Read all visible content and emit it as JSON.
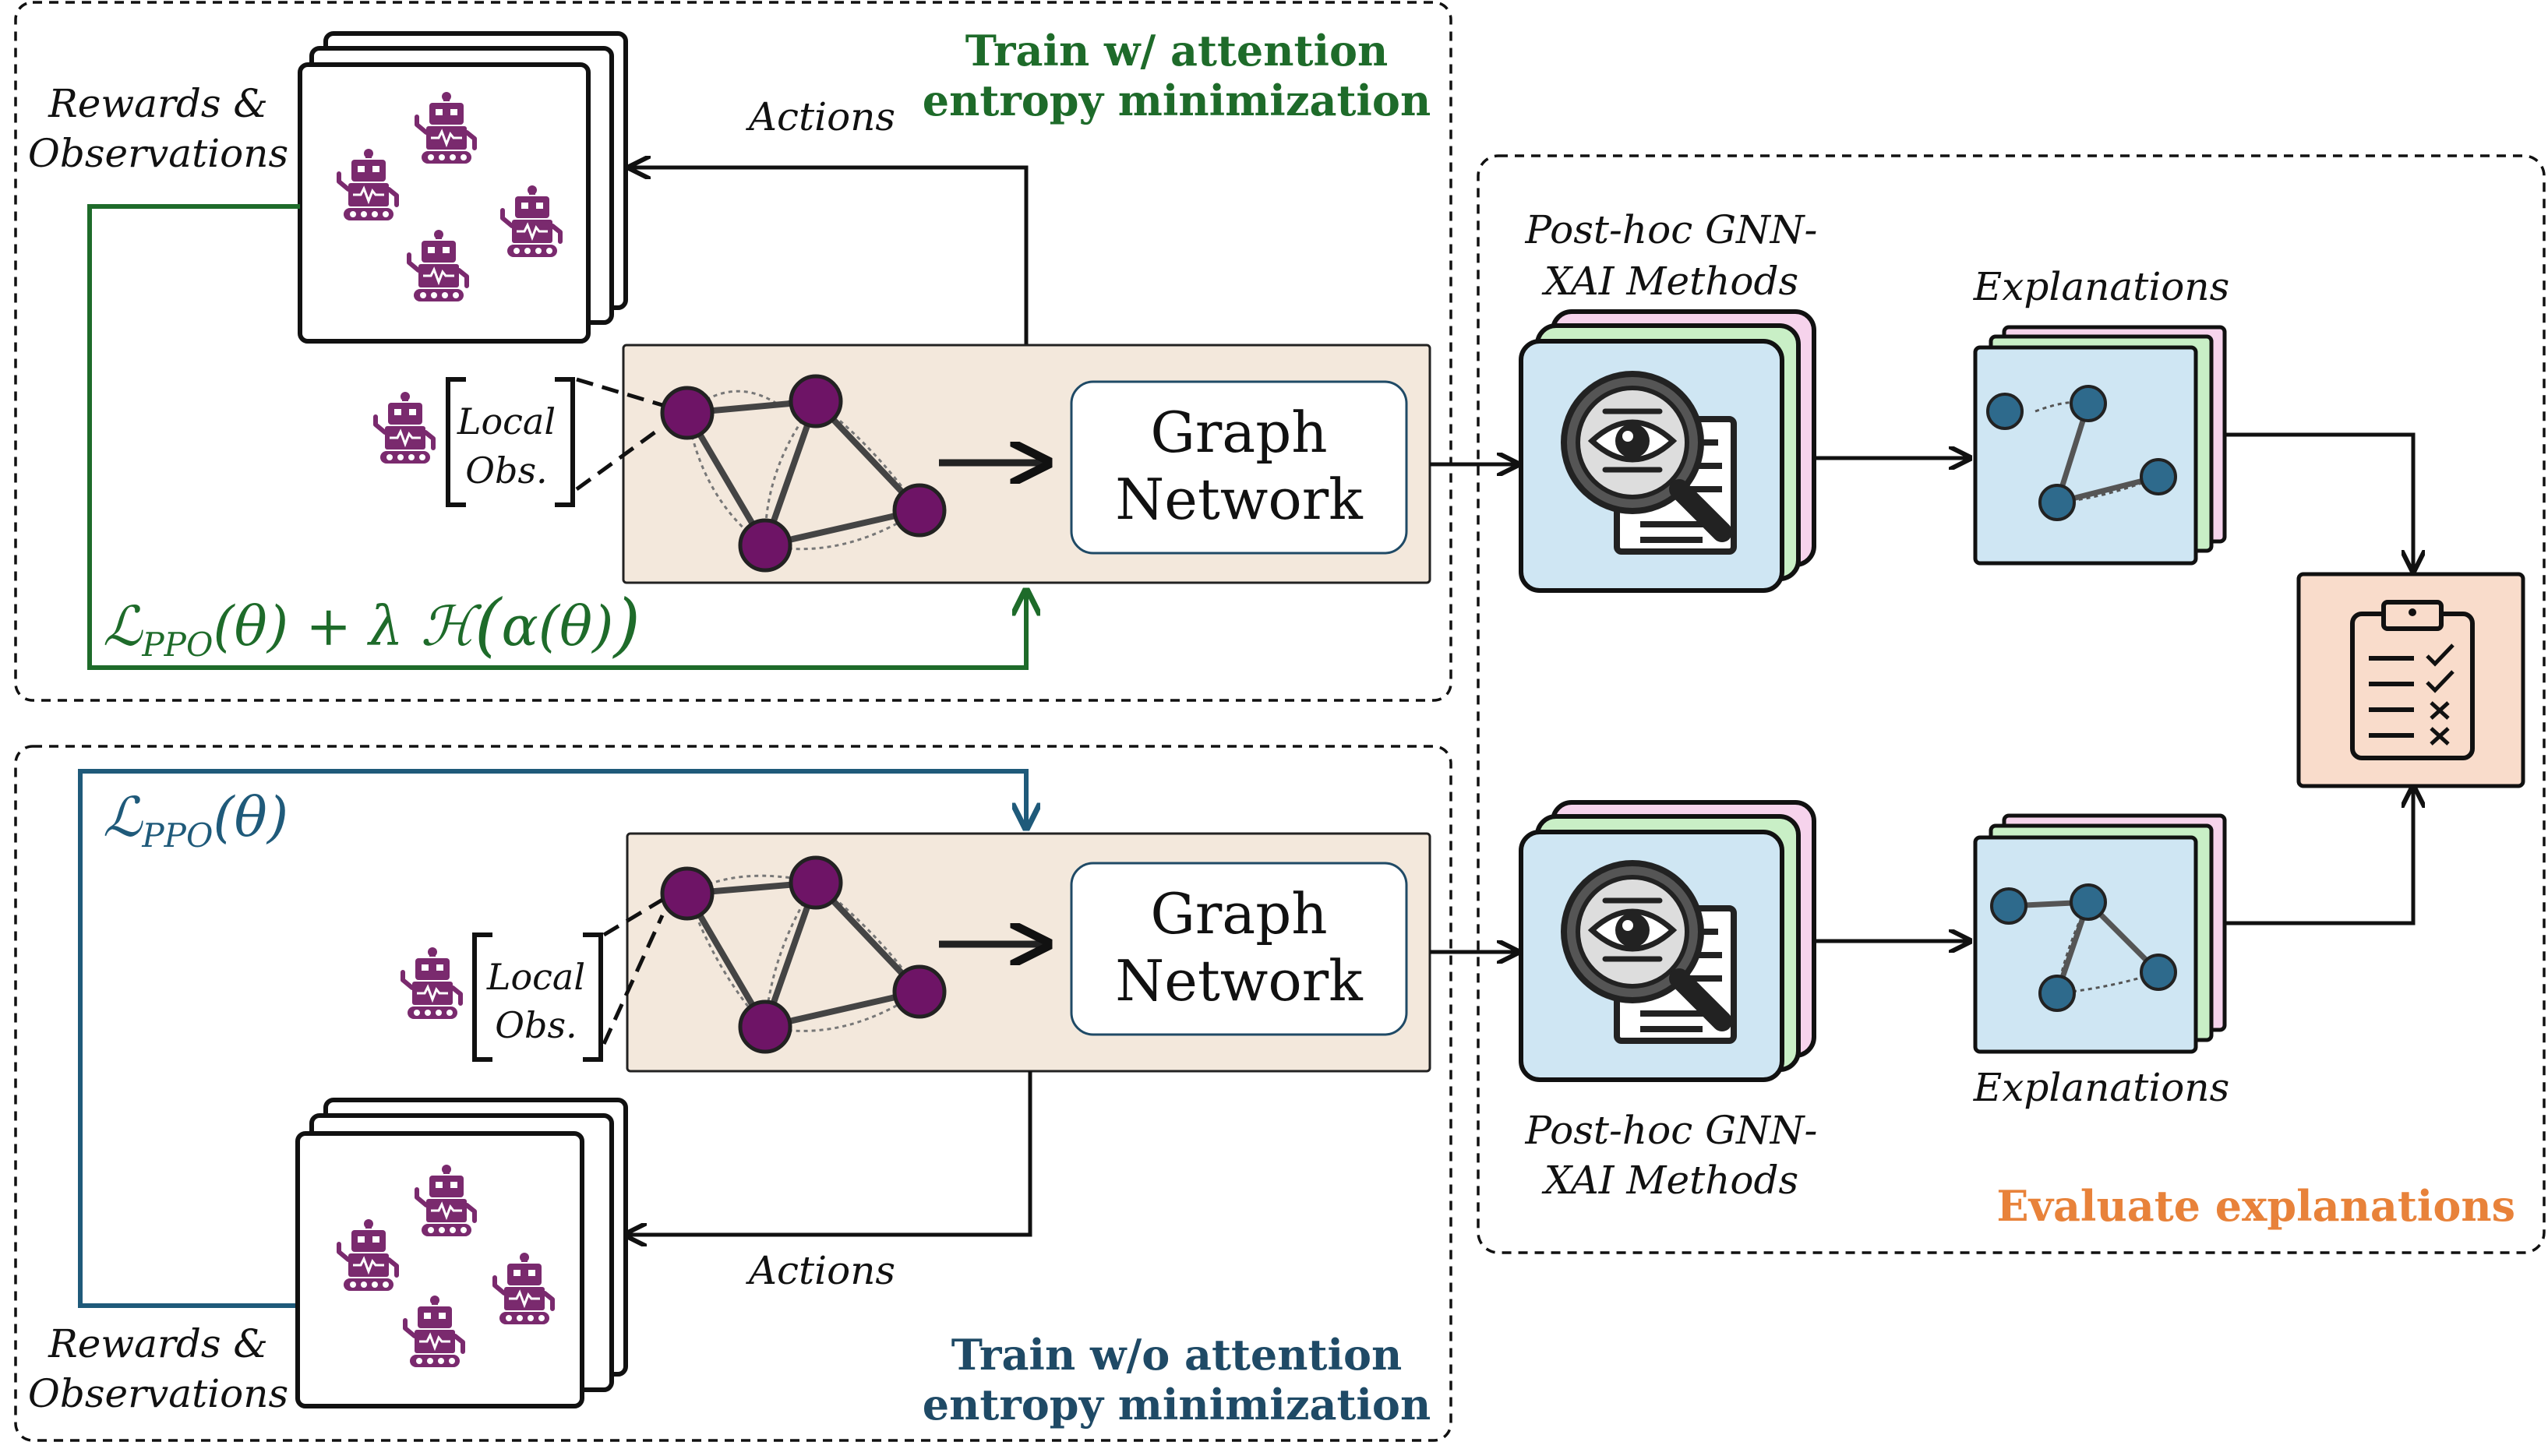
{
  "top_panel": {
    "title_line1": "Train w/ attention",
    "title_line2": "entropy minimization",
    "rewards_line1": "Rewards &",
    "rewards_line2": "Observations",
    "actions": "Actions",
    "local_line1": "Local",
    "local_line2": "Obs.",
    "graph_line1": "Graph",
    "graph_line2": "Network",
    "loss_ppo": "PPO",
    "loss_theta": "(θ) + λ ",
    "loss_alpha": "α(θ)"
  },
  "bottom_panel": {
    "title_line1": "Train w/o attention",
    "title_line2": "entropy minimization",
    "rewards_line1": "Rewards &",
    "rewards_line2": "Observations",
    "actions": "Actions",
    "local_line1": "Local",
    "local_line2": "Obs.",
    "graph_line1": "Graph",
    "graph_line2": "Network",
    "loss_ppo": "PPO",
    "loss_theta": "(θ)"
  },
  "eval_panel": {
    "title": "Evaluate explanations",
    "xai_top_line1": "Post-hoc GNN-",
    "xai_top_line2": "XAI Methods",
    "xai_bottom_line1": "Post-hoc GNN-",
    "xai_bottom_line2": "XAI Methods",
    "explanations_top": "Explanations",
    "explanations_bottom": "Explanations"
  },
  "colors": {
    "top_green": "#1e6b2a",
    "bottom_blue": "#1f5a7a",
    "eval_orange": "#e8823a",
    "robot_purple": "#7a2a6e",
    "node_purple": "#6e1466",
    "gnn_bg": "#f3e8dc",
    "xai_blue": "#cfe6f3",
    "xai_green": "#c9efc6",
    "xai_pink": "#f6d3ec",
    "clipboard_bg": "#f9dccb",
    "expl_node": "#2e6a8c"
  }
}
